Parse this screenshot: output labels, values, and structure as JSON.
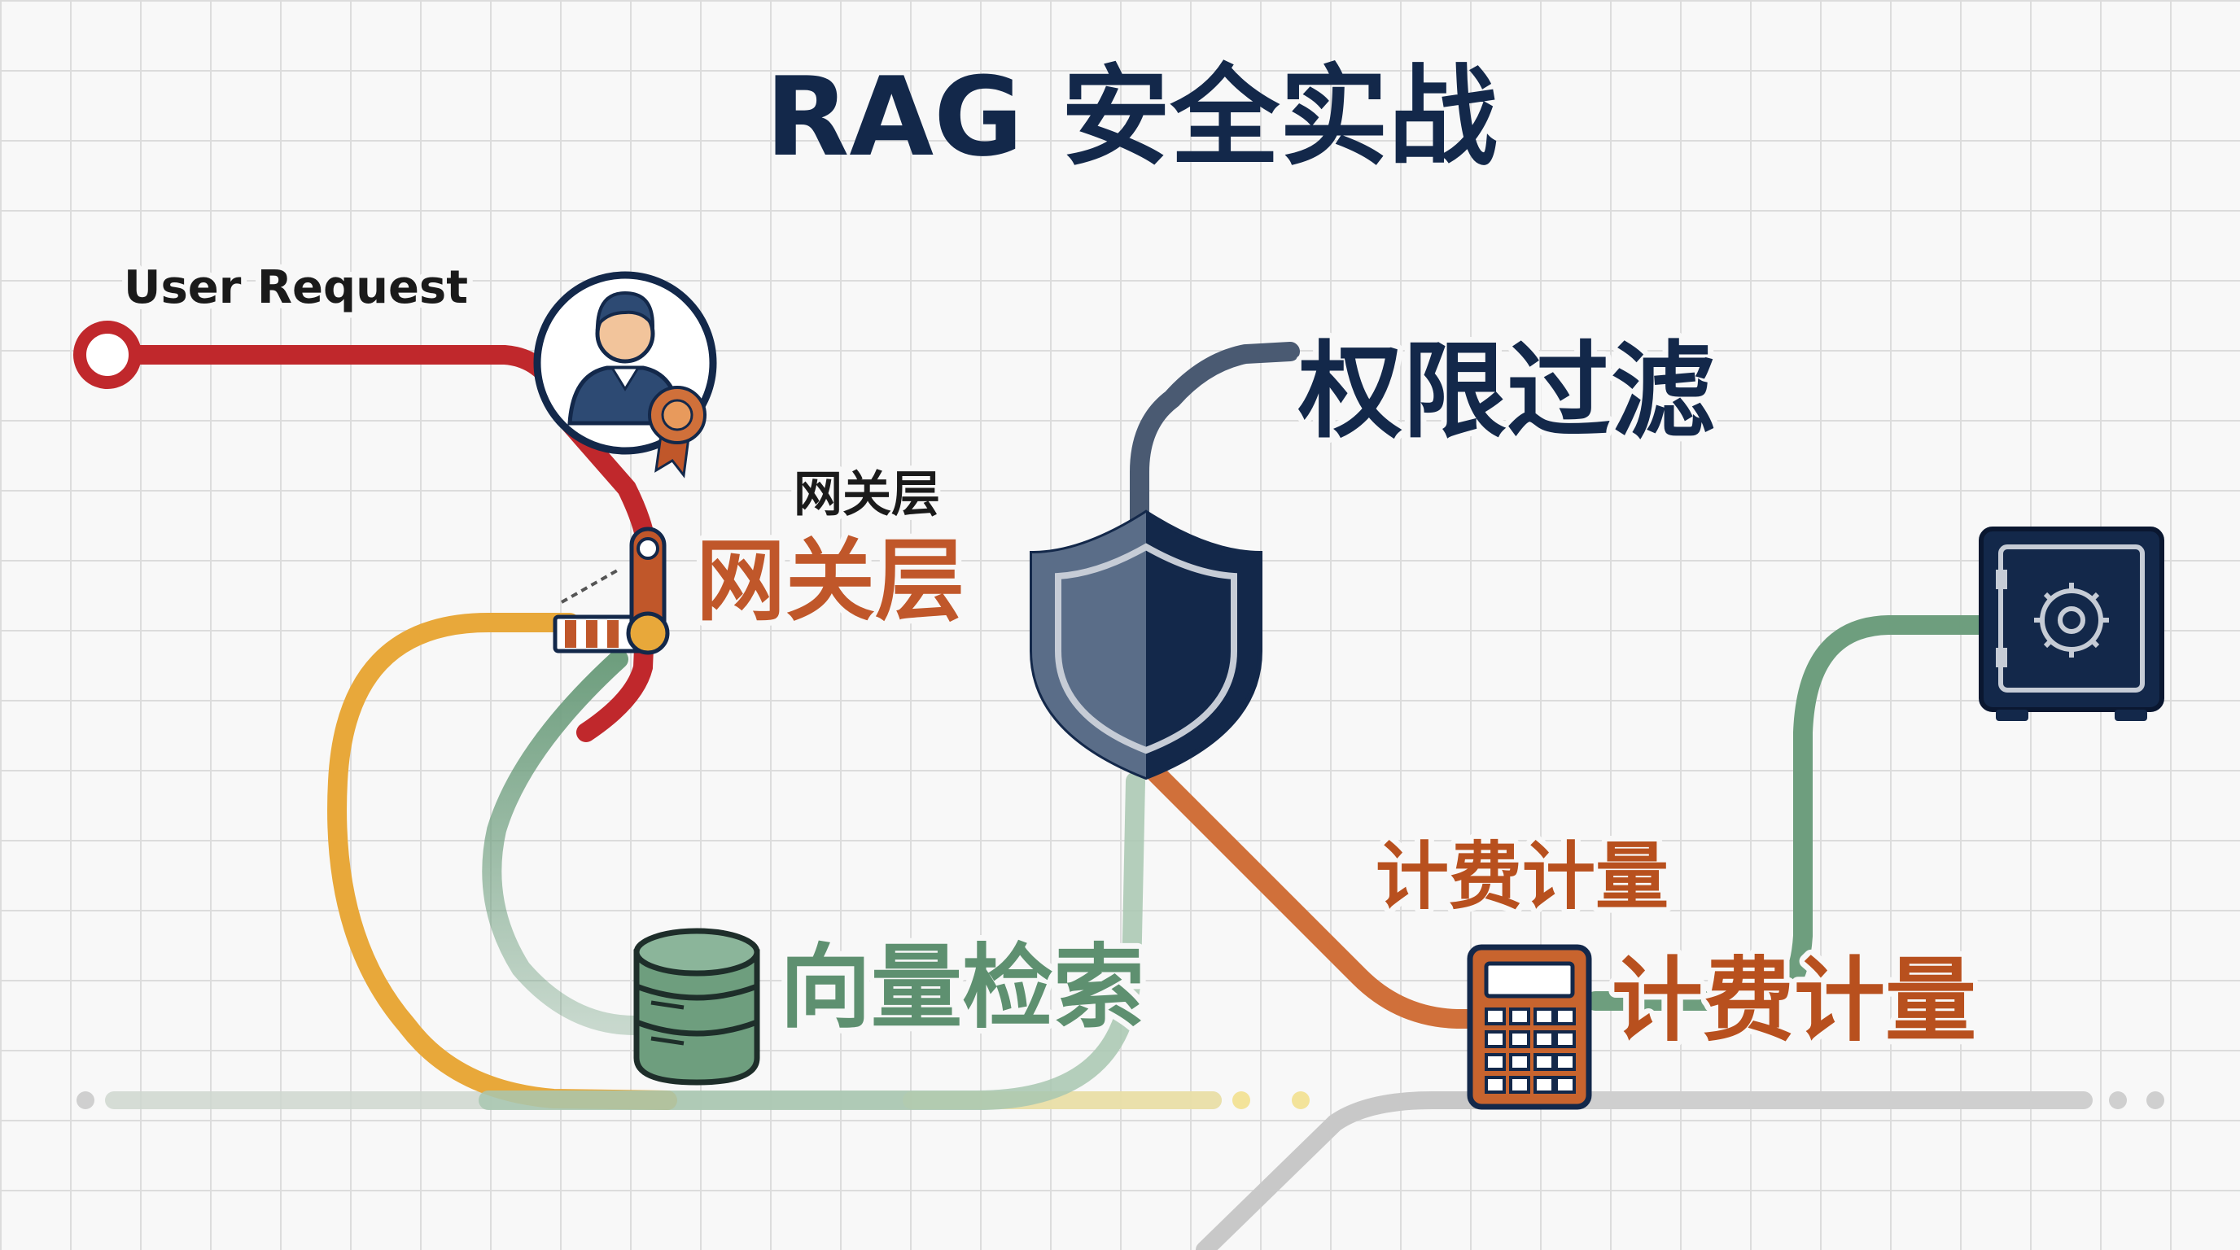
{
  "title": "RAG 安全实战",
  "labels": {
    "user_request": "User Request",
    "gateway_small": "网关层",
    "gateway": "网关层",
    "permission_filter": "权限过滤",
    "vector_search": "向量检索",
    "billing_small": "计费计量",
    "billing": "计费计量"
  },
  "colors": {
    "red_line": "#c0282c",
    "yellow_line": "#e8a83a",
    "green_line": "#6e9e7e",
    "navy_line": "#4a5a72",
    "orange_line": "#d0703a",
    "gray_line": "#c8c8c8",
    "title": "#13284a",
    "gateway_text": "#c0572a",
    "permission_text": "#13284a",
    "vector_text": "#5e9070",
    "billing_text": "#b8501e"
  },
  "icons": [
    "user-badge-icon",
    "gate-barrier-icon",
    "shield-icon",
    "database-icon",
    "calculator-icon",
    "safe-icon"
  ]
}
